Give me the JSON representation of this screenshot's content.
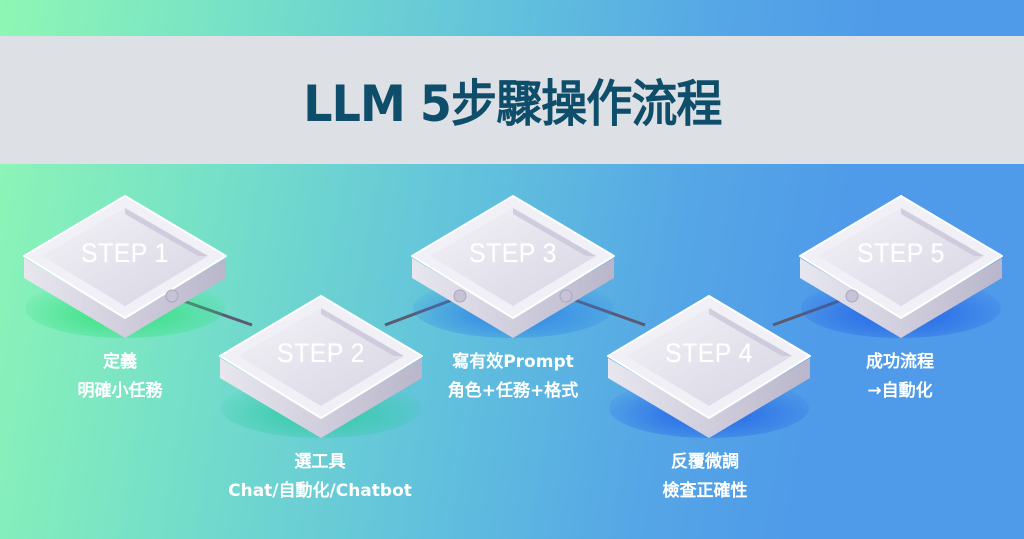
{
  "title": "LLM 5步驟操作流程",
  "colors": {
    "title_text": "#0e4e6a",
    "banner_bg": "#dde0e4",
    "gradient_start": "#8ef7b4",
    "gradient_end": "#4f9ae9",
    "connector": "#5a5a72",
    "caption_text": "#ffffff"
  },
  "steps": [
    {
      "label": "STEP 1",
      "caption_line1": "定義",
      "caption_line2": "明確小任務",
      "glow": "#2fe07a"
    },
    {
      "label": "STEP 2",
      "caption_line1": "選工具",
      "caption_line2": "Chat/自動化/Chatbot",
      "glow": "#30c59a"
    },
    {
      "label": "STEP 3",
      "caption_line1": "寫有效Prompt",
      "caption_line2": "角色+任務+格式",
      "glow": "#2a7fe6"
    },
    {
      "label": "STEP 4",
      "caption_line1": "反覆微調",
      "caption_line2": "檢查正確性",
      "glow": "#1f5fe8"
    },
    {
      "label": "STEP 5",
      "caption_line1": "成功流程",
      "caption_line2": "→自動化",
      "glow": "#1f5fe8"
    }
  ]
}
